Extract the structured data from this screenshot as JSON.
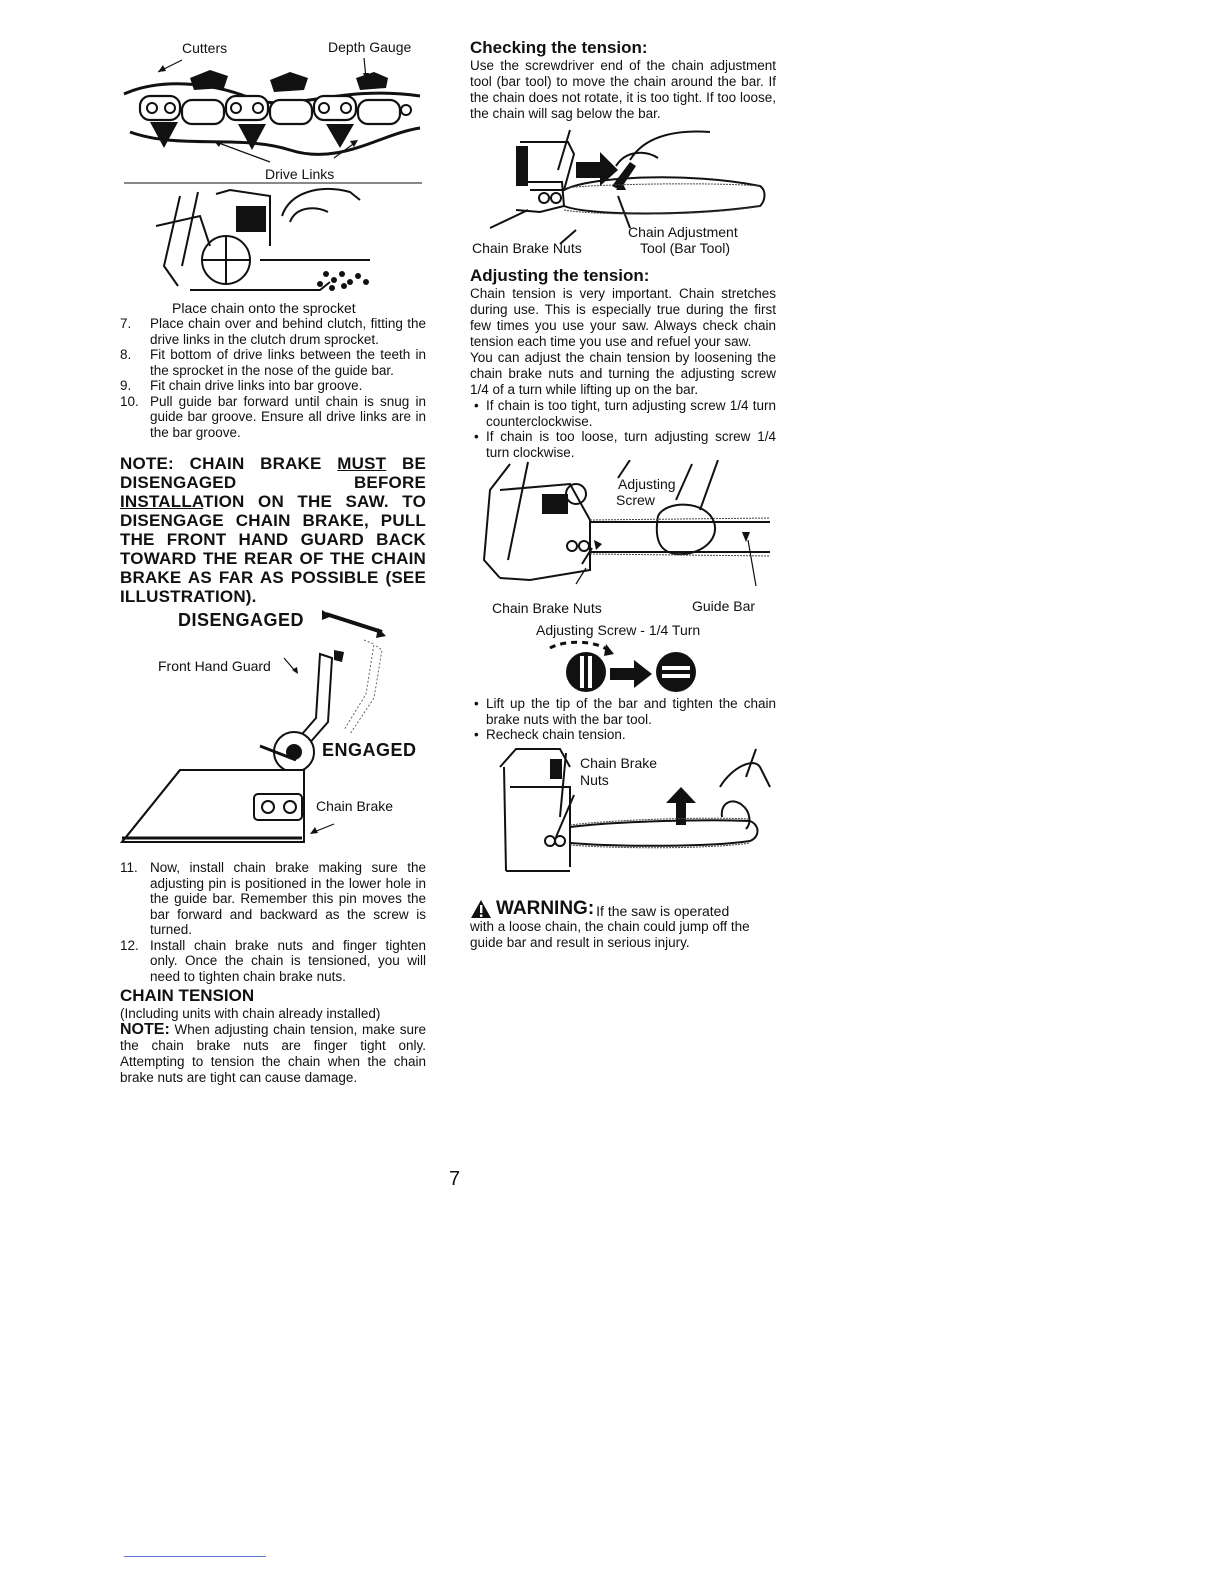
{
  "fig_chain": {
    "cutters": "Cutters",
    "depth_gauge": "Depth Gauge",
    "drive_links": "Drive Links"
  },
  "fig_sprocket": {
    "caption": "Place chain onto the sprocket"
  },
  "steps_a": [
    {
      "num": "7.",
      "text": "Place chain over and behind clutch, fitting the drive links in the clutch drum sprocket."
    },
    {
      "num": "8.",
      "text": "Fit bottom of drive links between the teeth in the sprocket in the nose of the guide bar."
    },
    {
      "num": "9.",
      "text": "Fit chain drive links into bar groove."
    },
    {
      "num": "10.",
      "text": "Pull guide bar forward until chain is snug in guide bar groove. Ensure all drive links are in the bar groove."
    }
  ],
  "note_brake": {
    "part1": "NOTE: CHAIN BRAKE ",
    "must": "MUST",
    "part2": " BE DISENGAGED BEFORE ",
    "install": "INSTALLA",
    "part3": "TION ON THE SAW. TO DISENGAGE CHAIN BRAKE, PULL THE FRONT HAND GUARD BACK TOWARD THE REAR OF THE CHAIN BRAKE AS FAR AS POSSIBLE (SEE ILLUSTRATION)."
  },
  "fig_guard": {
    "disengaged": "DISENGAGED",
    "front_hand_guard": "Front Hand Guard",
    "engaged": "ENGAGED",
    "chain_brake": "Chain Brake"
  },
  "steps_b": [
    {
      "num": "11.",
      "text": "Now, install chain brake making sure the adjusting pin is positioned in the lower hole in the guide bar. Remember this pin moves the bar forward and backward as the screw is turned."
    },
    {
      "num": "12.",
      "text": "Install chain brake nuts and finger tighten only. Once the chain is tensioned, you will need to tighten chain brake nuts."
    }
  ],
  "chain_tension": {
    "heading": "CHAIN TENSION",
    "sub": "(Including units with chain already installed)",
    "note_label": "NOTE:",
    "note_text": " When adjusting chain tension, make sure the chain brake nuts are finger tight only. Attempting to tension the chain when the chain brake nuts are tight can cause damage."
  },
  "checking": {
    "heading": "Checking the tension:",
    "text": "Use the screwdriver end of the chain adjustment tool (bar tool) to move the chain around the bar. If the chain does not rotate, it is too tight. If too loose, the chain will sag below the bar."
  },
  "fig_check": {
    "chain_adjustment": "Chain Adjustment",
    "bar_tool": "Tool (Bar Tool)",
    "chain_brake_nuts": "Chain Brake Nuts"
  },
  "adjusting": {
    "heading": "Adjusting the tension:",
    "p1": "Chain tension is very important. Chain stretches during use. This is especially true during the first few times you use your saw. Always check chain tension each time you use and refuel your saw.",
    "p2": "You can adjust the chain tension by loosening the chain brake nuts and turning the adjusting screw 1/4 of a turn while lifting up on the bar.",
    "bullets": [
      "If chain is too tight, turn adjusting screw 1/4 turn counterclockwise.",
      "If chain is too loose, turn adjusting screw 1/4 turn clockwise."
    ]
  },
  "fig_adjust": {
    "adjusting": "Adjusting",
    "screw": "Screw",
    "chain_brake_nuts": "Chain Brake Nuts",
    "guide_bar": "Guide Bar",
    "turn_caption": "Adjusting Screw - 1/4 Turn"
  },
  "bullets2": [
    "Lift up the tip of the bar and tighten the chain brake nuts with the bar tool.",
    "Recheck chain tension."
  ],
  "fig_lift": {
    "chain_brake": "Chain Brake",
    "nuts": "Nuts"
  },
  "warning": {
    "label": "WARNING:",
    "lead": " If the saw is operated",
    "text": "with a loose chain, the chain could jump off the guide bar and result in serious injury."
  },
  "page_number": "7"
}
